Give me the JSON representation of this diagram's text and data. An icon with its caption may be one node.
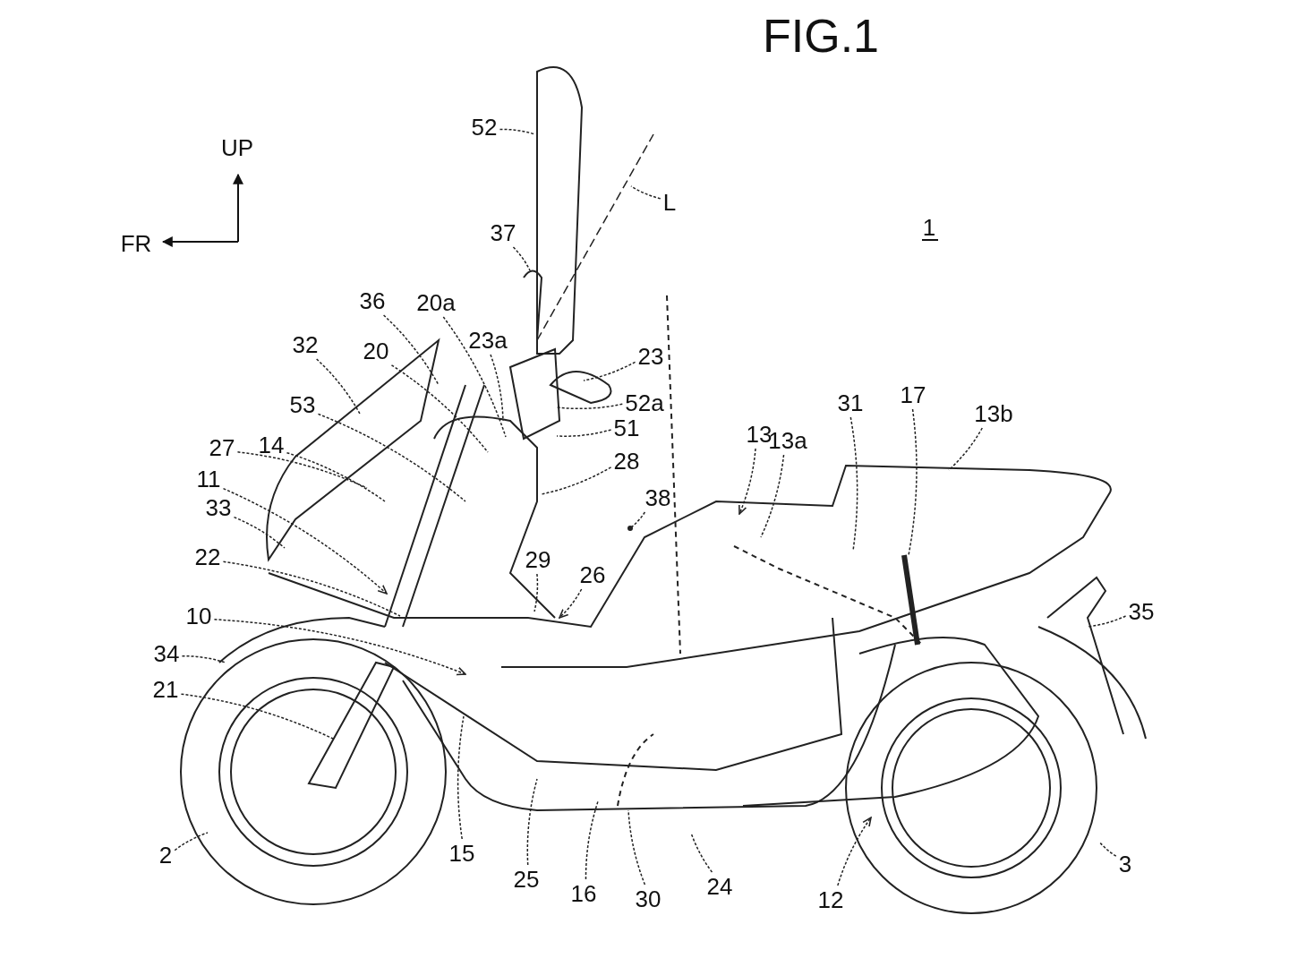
{
  "diagram": {
    "title": "FIG.1",
    "nodes": [
      {
        "text": [
          "52"
        ]
      },
      {
        "text": [
          "L"
        ]
      },
      {
        "text": [
          "37"
        ]
      },
      {
        "text": [
          "36"
        ]
      },
      {
        "text": [
          "20a"
        ]
      },
      {
        "text": [
          "23a"
        ]
      },
      {
        "text": [
          "23"
        ]
      },
      {
        "text": [
          "52a"
        ]
      },
      {
        "text": [
          "32"
        ]
      },
      {
        "text": [
          "20"
        ]
      },
      {
        "text": [
          "53"
        ]
      },
      {
        "text": [
          "14"
        ]
      },
      {
        "text": [
          "27"
        ]
      },
      {
        "text": [
          "11"
        ]
      },
      {
        "text": [
          "33"
        ]
      },
      {
        "text": [
          "22"
        ]
      },
      {
        "text": [
          "10"
        ]
      },
      {
        "text": [
          "34"
        ]
      },
      {
        "text": [
          "21"
        ]
      },
      {
        "text": [
          "2"
        ]
      },
      {
        "text": [
          "15"
        ]
      },
      {
        "text": [
          "25"
        ]
      },
      {
        "text": [
          "16"
        ]
      },
      {
        "text": [
          "30"
        ]
      },
      {
        "text": [
          "24"
        ]
      },
      {
        "text": [
          "12"
        ]
      },
      {
        "text": [
          "3"
        ]
      },
      {
        "text": [
          "35"
        ]
      },
      {
        "text": [
          "13b"
        ]
      },
      {
        "text": [
          "17"
        ]
      },
      {
        "text": [
          "31"
        ]
      },
      {
        "text": [
          "13a"
        ]
      },
      {
        "text": [
          "13"
        ]
      },
      {
        "text": [
          "38"
        ]
      },
      {
        "text": [
          "26"
        ]
      },
      {
        "text": [
          "29"
        ]
      },
      {
        "text": [
          "28"
        ]
      },
      {
        "text": [
          "51"
        ]
      }
    ],
    "edges": [
      {
        "from": 0,
        "to": null,
        "arrow": "none"
      },
      {
        "from": 1,
        "to": null,
        "arrow": "none"
      },
      {
        "from": 2,
        "to": null,
        "arrow": "none"
      },
      {
        "from": 3,
        "to": null,
        "arrow": "none"
      },
      {
        "from": 4,
        "to": null,
        "arrow": "none"
      },
      {
        "from": 5,
        "to": null,
        "arrow": "none"
      },
      {
        "from": 6,
        "to": null,
        "arrow": "none"
      },
      {
        "from": 7,
        "to": null,
        "arrow": "none"
      },
      {
        "from": 8,
        "to": null,
        "arrow": "none"
      },
      {
        "from": 9,
        "to": null,
        "arrow": "none"
      },
      {
        "from": 10,
        "to": null,
        "arrow": "none"
      },
      {
        "from": 11,
        "to": null,
        "arrow": "none"
      },
      {
        "from": 12,
        "to": null,
        "arrow": "none"
      },
      {
        "from": 13,
        "to": null,
        "arrow": "to"
      },
      {
        "from": 14,
        "to": null,
        "arrow": "none"
      },
      {
        "from": 15,
        "to": null,
        "arrow": "none"
      },
      {
        "from": 16,
        "to": null,
        "arrow": "to"
      },
      {
        "from": 17,
        "to": null,
        "arrow": "none"
      },
      {
        "from": 18,
        "to": null,
        "arrow": "none"
      },
      {
        "from": 19,
        "to": null,
        "arrow": "none"
      },
      {
        "from": 20,
        "to": null,
        "arrow": "none"
      },
      {
        "from": 21,
        "to": null,
        "arrow": "none"
      },
      {
        "from": 22,
        "to": null,
        "arrow": "none"
      },
      {
        "from": 23,
        "to": null,
        "arrow": "none"
      },
      {
        "from": 24,
        "to": null,
        "arrow": "none"
      },
      {
        "from": 25,
        "to": null,
        "arrow": "to"
      },
      {
        "from": 26,
        "to": null,
        "arrow": "none"
      },
      {
        "from": 27,
        "to": null,
        "arrow": "none"
      },
      {
        "from": 28,
        "to": null,
        "arrow": "none"
      },
      {
        "from": 29,
        "to": null,
        "arrow": "none"
      },
      {
        "from": 30,
        "to": null,
        "arrow": "none"
      },
      {
        "from": 31,
        "to": null,
        "arrow": "none"
      },
      {
        "from": 32,
        "to": null,
        "arrow": "to"
      },
      {
        "from": 33,
        "to": null,
        "arrow": "other"
      },
      {
        "from": 34,
        "to": null,
        "arrow": "to"
      },
      {
        "from": 35,
        "to": null,
        "arrow": "none"
      },
      {
        "from": 36,
        "to": null,
        "arrow": "none"
      },
      {
        "from": 37,
        "to": null,
        "arrow": "none"
      }
    ],
    "labels": [
      "UP",
      "FR",
      "1"
    ]
  }
}
